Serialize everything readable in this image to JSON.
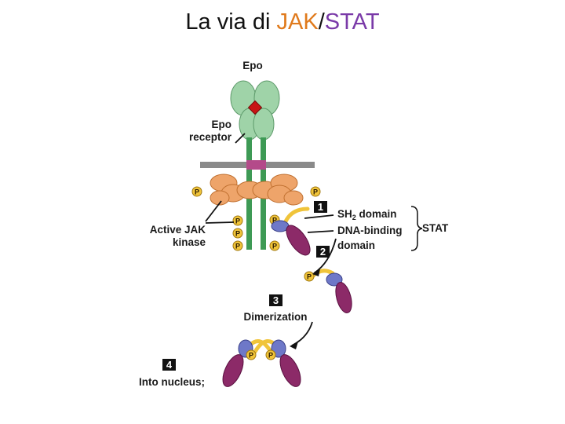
{
  "title": {
    "prefix": "La via di ",
    "jak": "JAK",
    "sep": "/",
    "stat": "STAT"
  },
  "colors": {
    "jak": "#e07a1c",
    "stat": "#7a3aa8",
    "epo_green": "#9fd3a8",
    "receptor_green": "#3e9a55",
    "kinase_orange": "#eea46a",
    "phosphate_yellow": "#f0c43a",
    "sh2_blue": "#6e78c8",
    "dna_binding_purple": "#8c2a68",
    "membrane_gray": "#8a8a8a",
    "step_box": "#111111"
  },
  "labels": {
    "epo": "Epo",
    "epo_receptor_1": "Epo",
    "epo_receptor_2": "receptor",
    "active_jak_1": "Active JAK",
    "active_jak_2": "kinase",
    "sh2_prefix": "SH",
    "sh2_sub": "2",
    "sh2_suffix": " domain",
    "dna_binding_1": "DNA-binding",
    "dna_binding_2": "domain",
    "stat": "STAT",
    "dimerization": "Dimerization",
    "into_nucleus": "Into nucleus;",
    "phosphate": "P"
  },
  "steps": [
    "1",
    "2",
    "3",
    "4"
  ]
}
